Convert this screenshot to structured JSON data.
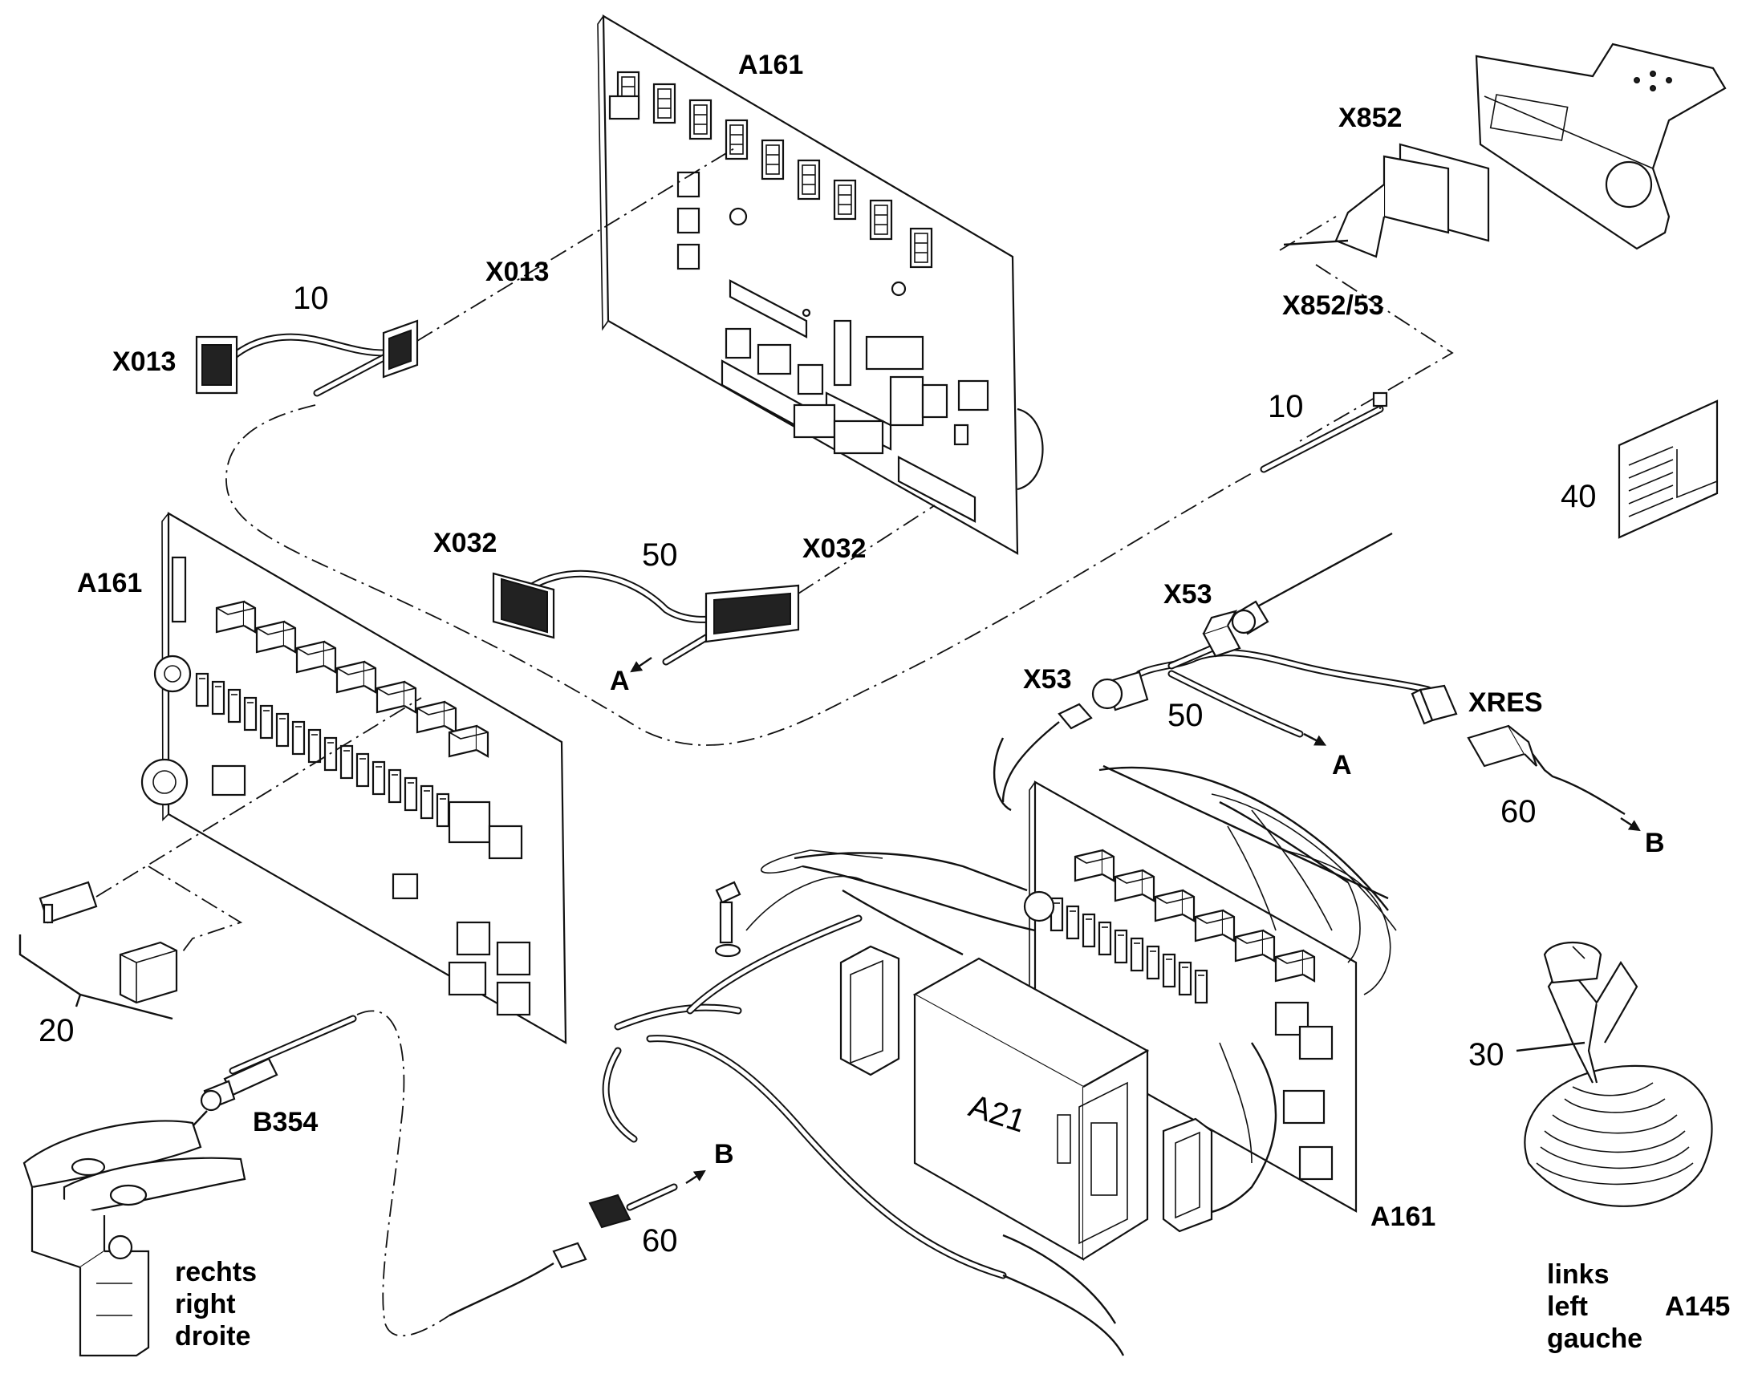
{
  "labels": {
    "a161_top": "A161",
    "a161_left": "A161",
    "a161_bottom": "A161",
    "x852": "X852",
    "x852_53": "X852/53",
    "x013_left": "X013",
    "x013_right": "X013",
    "x032_left": "X032",
    "x032_right": "X032",
    "x53_upper": "X53",
    "x53_lower": "X53",
    "xres": "XRES",
    "a21": "A21",
    "b354": "B354",
    "a145": "A145",
    "arrow_a_left": "A",
    "arrow_a_right": "A",
    "arrow_b_right": "B",
    "arrow_b_bottom": "B"
  },
  "item_numbers": {
    "cable_x013": "10",
    "cable_x852": "10",
    "cable_x032": "50",
    "cable_x53": "50",
    "cable_xres": "60",
    "cable_bottom": "60",
    "relay_group": "20",
    "joystick": "30",
    "sticker": "40"
  },
  "side_notes": {
    "right_pedal": [
      "rechts",
      "right",
      "droite"
    ],
    "left_joystick": [
      "links",
      "left",
      "gauche"
    ]
  }
}
